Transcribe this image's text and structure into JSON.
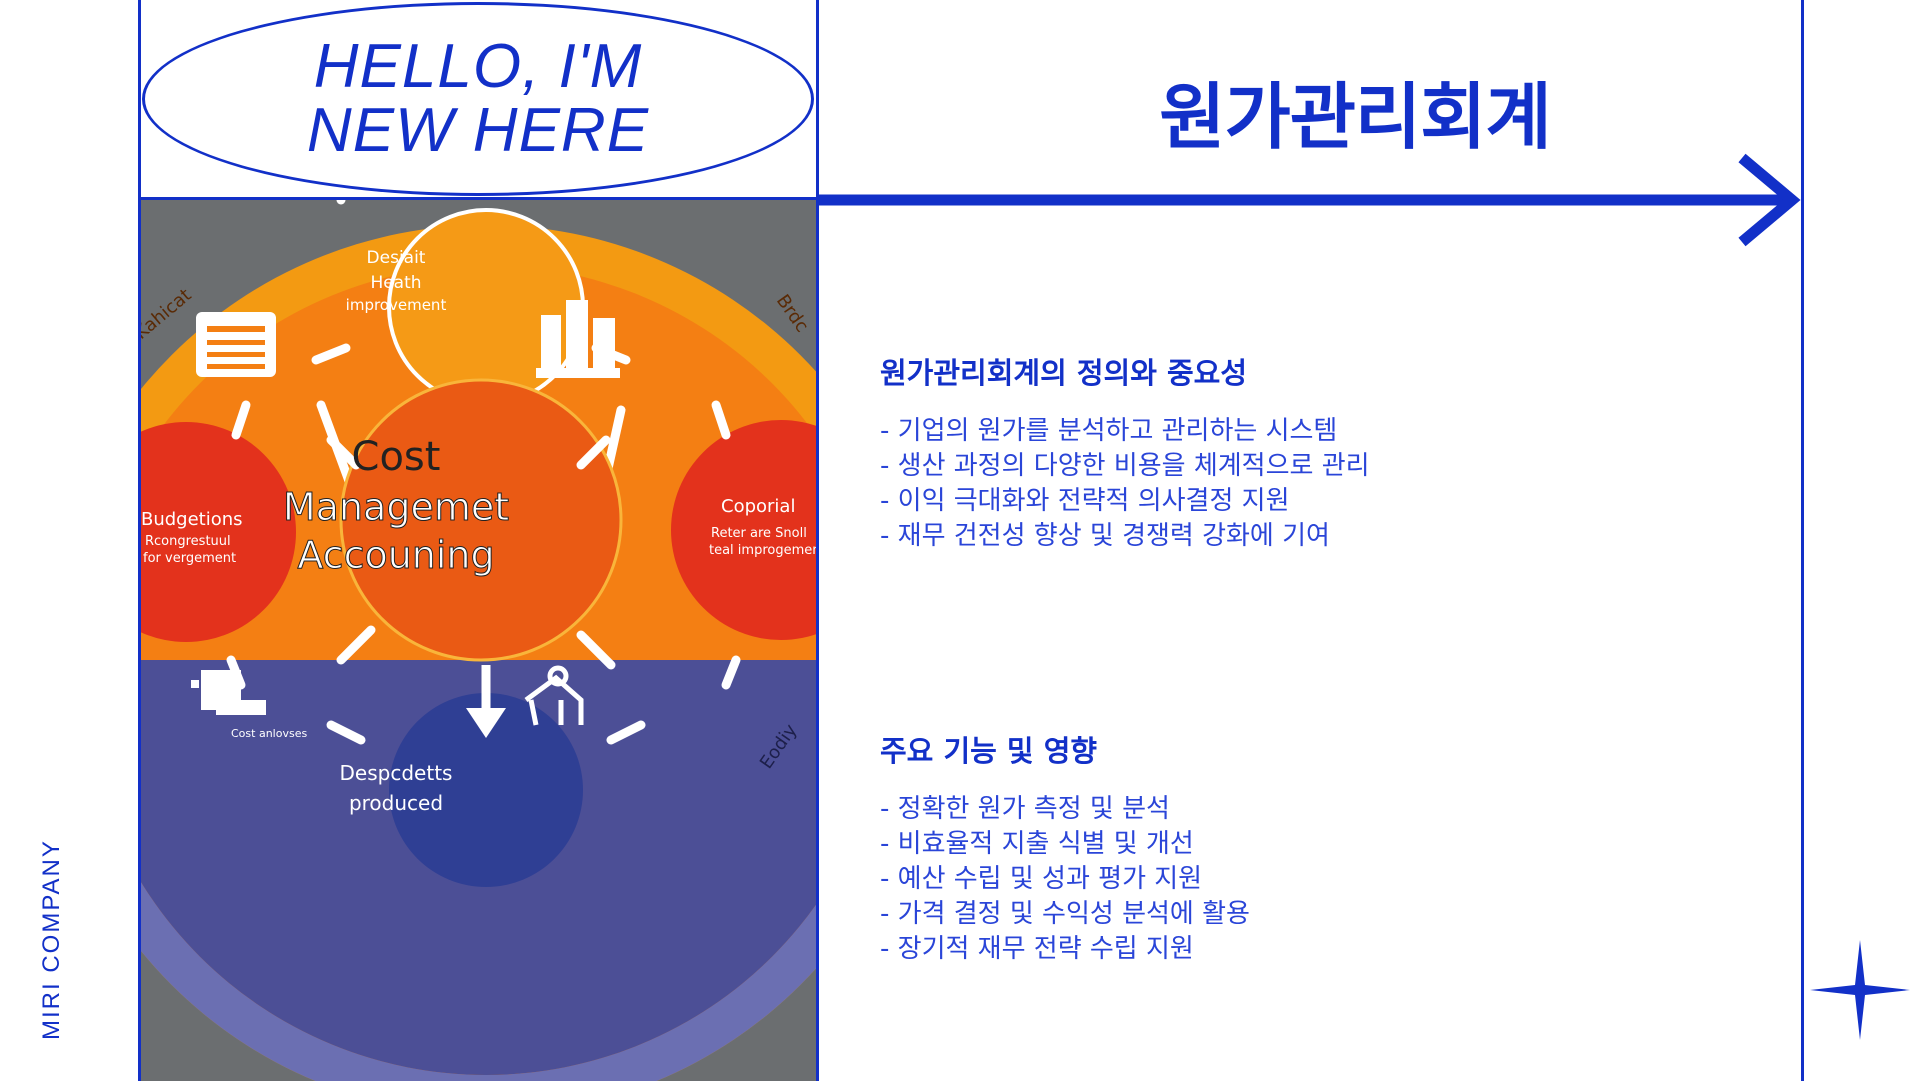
{
  "hello": {
    "line1": "HELLO, I'M",
    "line2": "NEW HERE"
  },
  "title": "원가관리회계",
  "company": "MIRI COMPANY",
  "sections": [
    {
      "title": "원가관리회계의 정의와 중요성",
      "bullets": [
        "- 기업의 원가를 분석하고 관리하는 시스템",
        "- 생산 과정의 다양한 비용을 체계적으로 관리",
        "- 이익 극대화와 전략적 의사결정 지원",
        "- 재무 건전성 향상 및 경쟁력 강화에 기여"
      ]
    },
    {
      "title": "주요 기능 및 영향",
      "bullets": [
        "- 정확한 원가 측정 및 분석",
        "- 비효율적 지출 식별 및 개선",
        "- 예산 수립 및 성과 평가 지원",
        "- 가격 결정 및 수익성 분석에 활용",
        "- 장기적 재무 전략 수립 지원"
      ]
    }
  ],
  "diagram": {
    "center": {
      "line1": "Cost",
      "line2": "Managemet",
      "line3": "Accouning"
    },
    "top": {
      "line1": "Desiait",
      "line2": "Heath",
      "line3": "improvement"
    },
    "left": {
      "line1": "Budgetions",
      "line2": "Rcongrestuul",
      "line3": "for vergement"
    },
    "right": {
      "line1": "Coporial",
      "line2": "Reter are Snoll",
      "line3": "teal improgemer"
    },
    "bottom": {
      "line1": "Despcdetts",
      "line2": "produced"
    },
    "icon_caption": "Cost anlovses",
    "ring_left": "Kahicat",
    "ring_right_top": "Brdc",
    "ring_right_bottom": "Eodiy"
  },
  "colors": {
    "accent": "#1230c8",
    "orange": "#f47f13",
    "dark_orange": "#ea5a14",
    "red": "#e3321c",
    "navy": "#2f3f94",
    "purple": "#4c4f96"
  },
  "icons": [
    "arrow-right-icon",
    "sparkle-star-icon",
    "document-icon",
    "buildings-icon",
    "scale-icon",
    "cart-icon"
  ]
}
